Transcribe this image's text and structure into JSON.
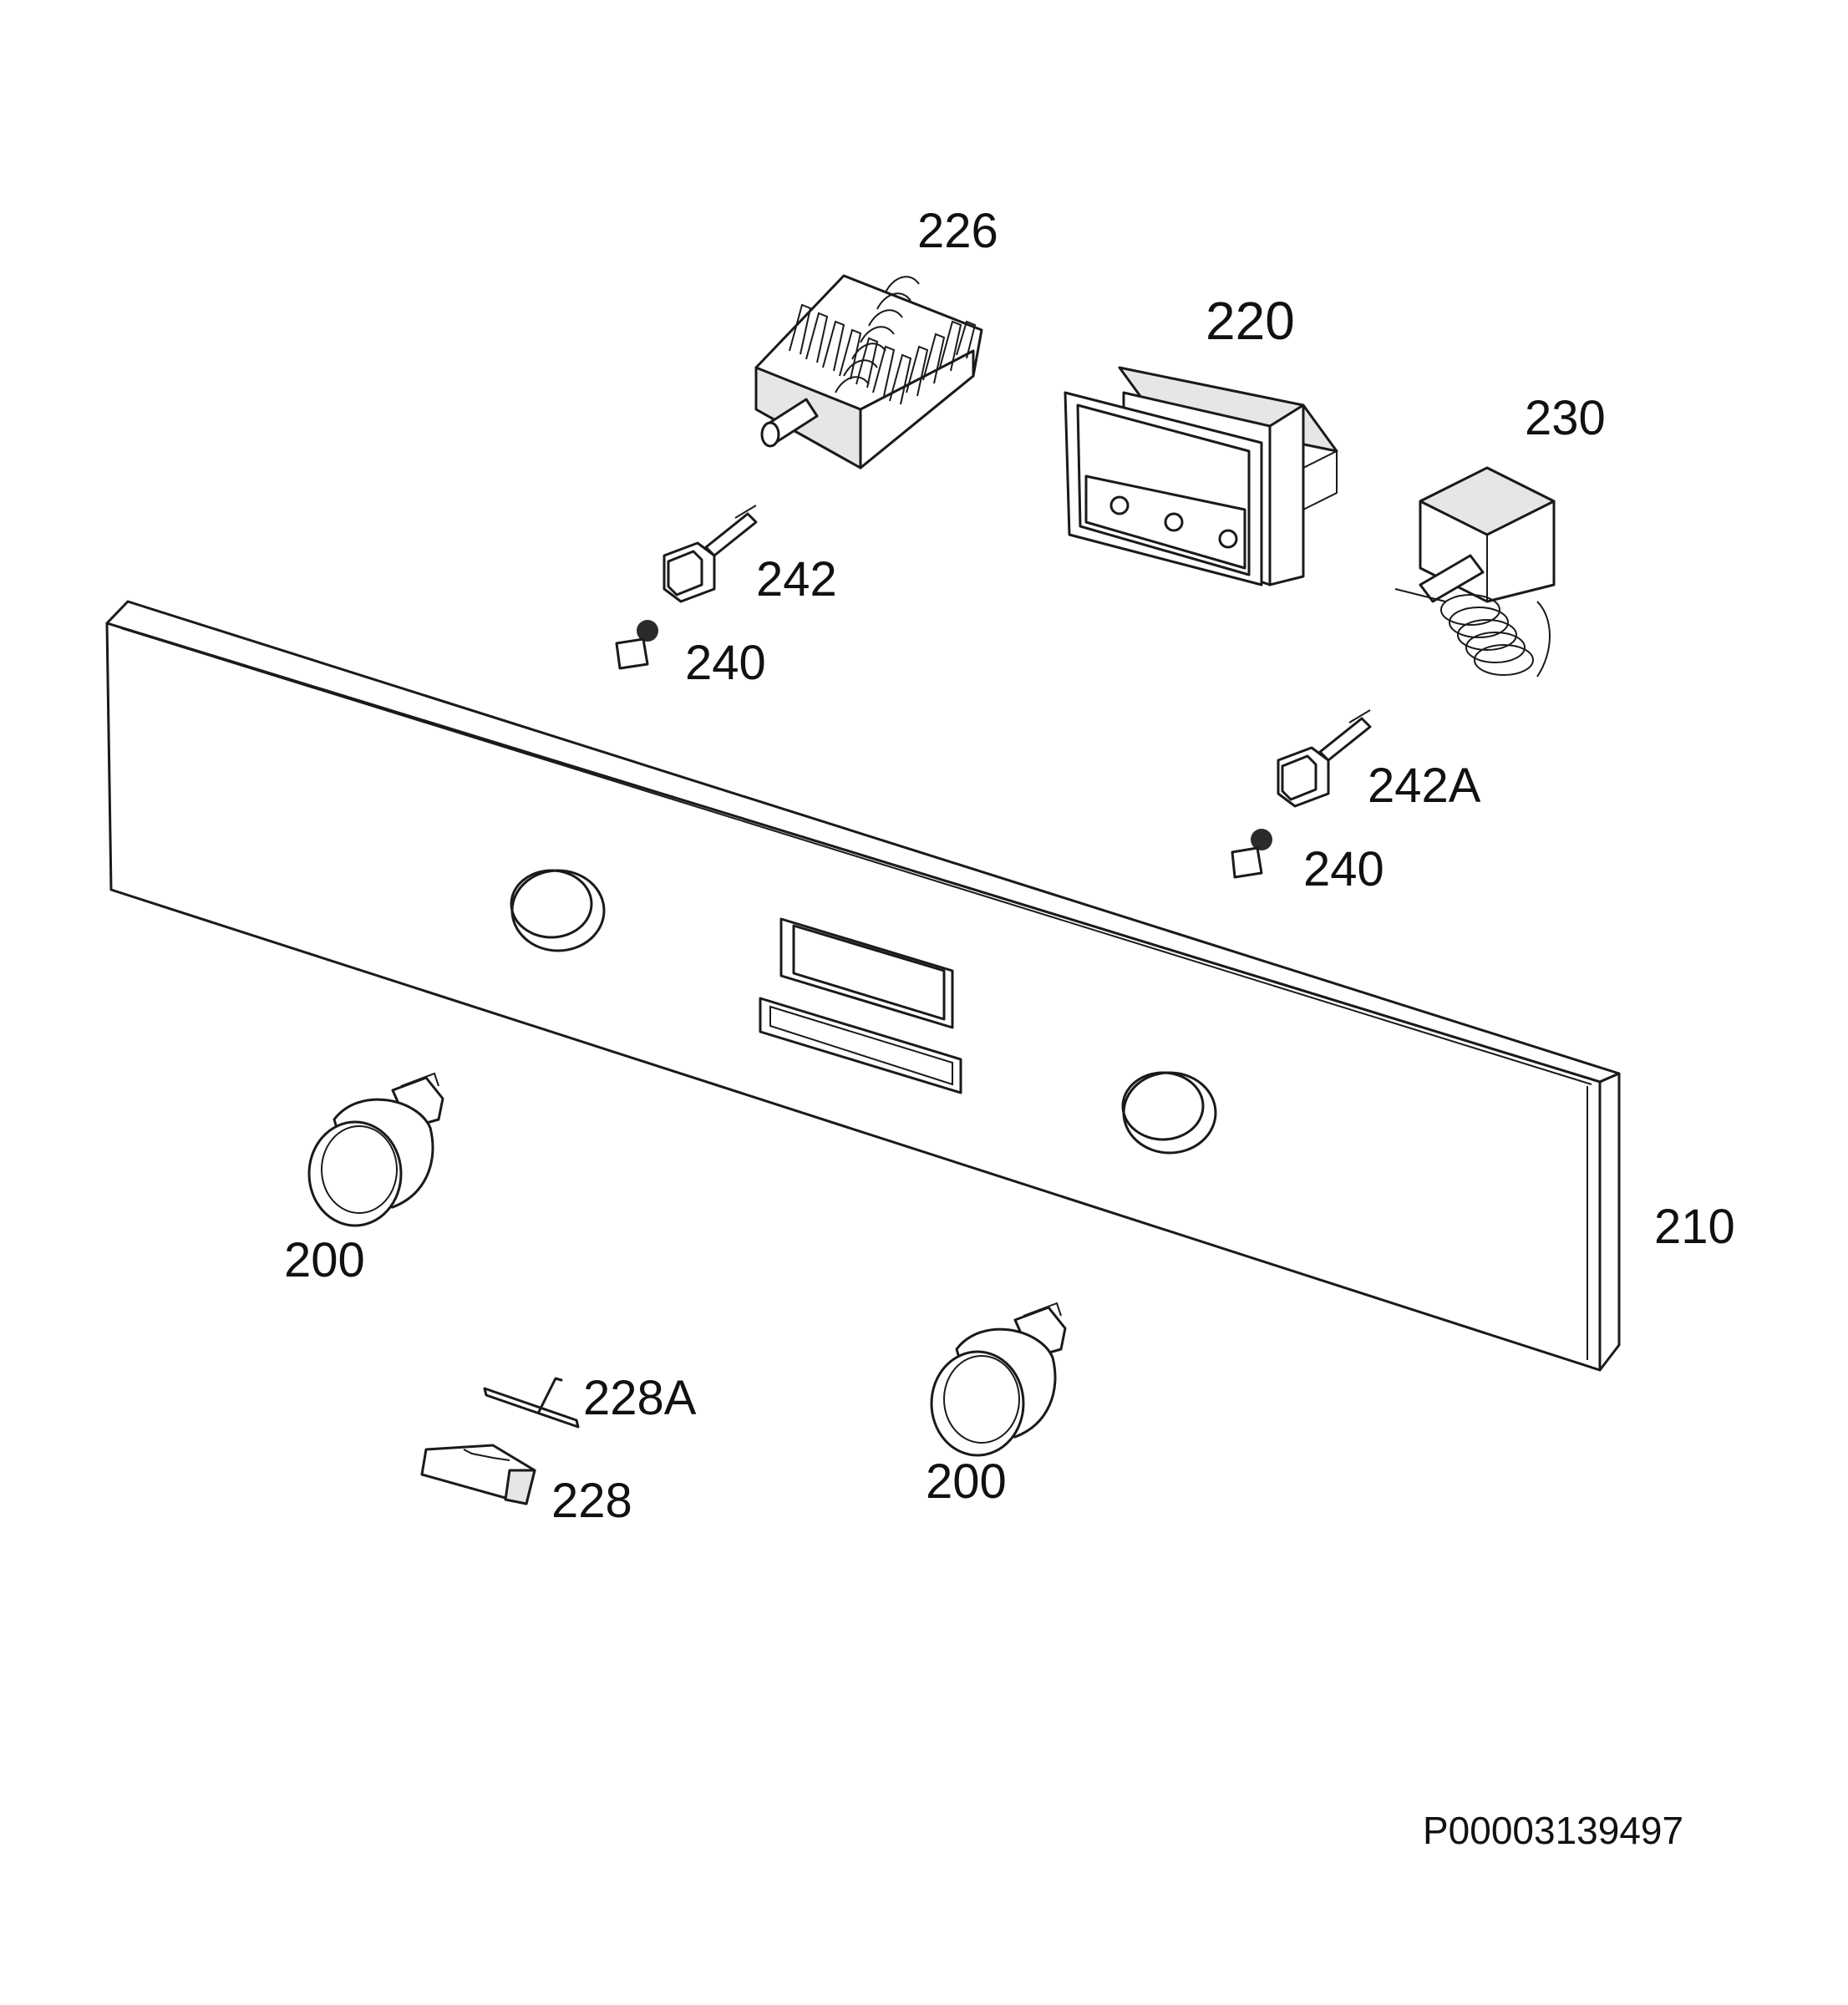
{
  "diagram": {
    "labels": {
      "p226": "226",
      "p220": "220",
      "p230": "230",
      "p242": "242",
      "p240_left": "240",
      "p242a": "242A",
      "p240_right": "240",
      "p210": "210",
      "p200_left": "200",
      "p200_right": "200",
      "p228a": "228A",
      "p228": "228"
    },
    "document_id": "P00003139497",
    "line_color": "#1a1a1a",
    "background": "#ffffff"
  }
}
